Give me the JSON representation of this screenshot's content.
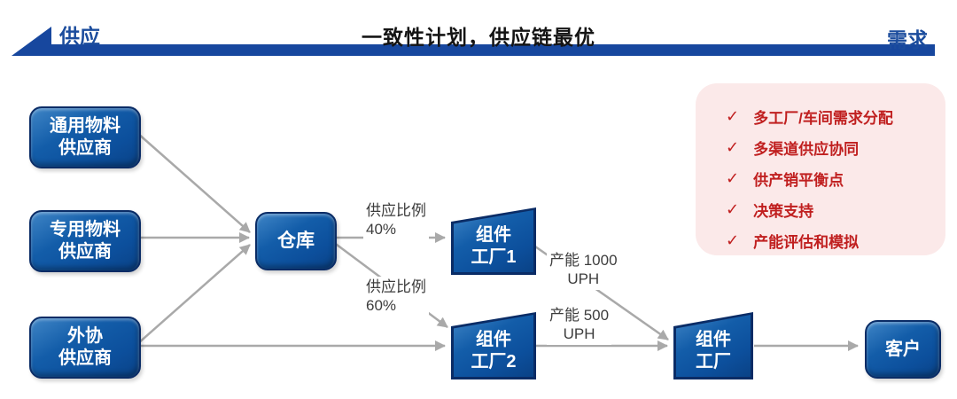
{
  "header": {
    "left_label": "供应",
    "title": "一致性计划，供应链最优",
    "right_label": "需求",
    "accent_color": "#17479E"
  },
  "nodes": {
    "supplier_general": {
      "line1": "通用物料",
      "line2": "供应商"
    },
    "supplier_special": {
      "line1": "专用物料",
      "line2": "供应商"
    },
    "supplier_outsource": {
      "line1": "外协",
      "line2": "供应商"
    },
    "warehouse": {
      "line1": "仓库"
    },
    "factory1": {
      "line1": "组件",
      "line2": "工厂1"
    },
    "factory2": {
      "line1": "组件",
      "line2": "工厂2"
    },
    "assembly_factory": {
      "line1": "组件",
      "line2": "工厂"
    },
    "customer": {
      "line1": "客户"
    }
  },
  "edge_labels": {
    "supply_ratio_40": {
      "line1": "供应比例",
      "line2": "40%"
    },
    "supply_ratio_60": {
      "line1": "供应比例",
      "line2": "60%"
    },
    "capacity_1000": {
      "line1": "产能 1000",
      "line2": "UPH"
    },
    "capacity_500": {
      "line1": "产能 500",
      "line2": "UPH"
    }
  },
  "panel": {
    "check_glyph": "✓",
    "items": [
      "多工厂/车间需求分配",
      "多渠道供应协同",
      "供产销平衡点",
      "决策支持",
      "产能评估和模拟"
    ],
    "bg_color": "#FBE9E9",
    "text_color": "#C01F1F"
  },
  "colors": {
    "node_fill": "#0C4F9C",
    "node_border": "#0A2C66",
    "arrow": "#A9A9A9",
    "header_blue": "#17479E"
  }
}
